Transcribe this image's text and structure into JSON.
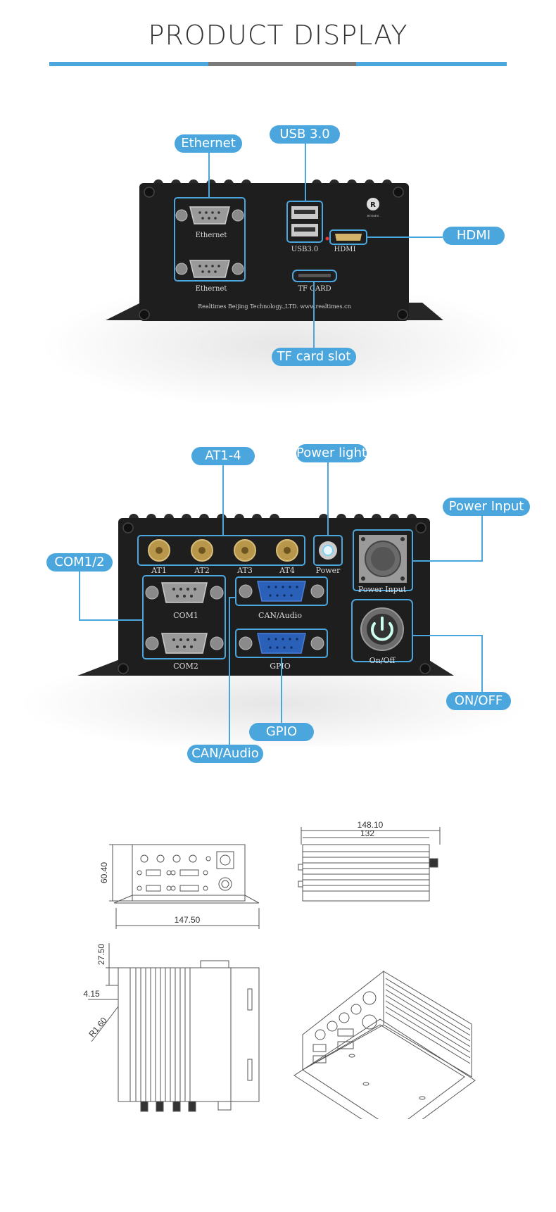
{
  "page": {
    "title": "PRODUCT DISPLAY"
  },
  "colors": {
    "accent": "#4aa6dc",
    "bar_mid": "#7a7a7a",
    "device": "#1e1e1e"
  },
  "front_panel": {
    "callouts": {
      "ethernet": "Ethernet",
      "usb": "USB 3.0",
      "hdmi": "HDMI",
      "tf": "TF card slot"
    },
    "silk": {
      "eth1": "Ethernet",
      "eth2": "Ethernet",
      "usb": "USB3.0",
      "hdmi": "HDMI",
      "tf": "TF CARD",
      "footer": "Realtimes Beijing Technology.,LTD.   www.realtimes.cn",
      "logo": "RTIMES"
    }
  },
  "rear_panel": {
    "callouts": {
      "at": "AT1-4",
      "power_light": "Power light",
      "power_input": "Power Input",
      "com": "COM1/2",
      "onoff": "ON/OFF",
      "gpio": "GPIO",
      "can": "CAN/Audio"
    },
    "silk": {
      "at1": "AT1",
      "at2": "AT2",
      "at3": "AT3",
      "at4": "AT4",
      "power": "Power",
      "power_input": "Power Input",
      "com1": "COM1",
      "com2": "COM2",
      "can": "CAN/Audio",
      "gpio": "GPIO",
      "onoff": "On/Off"
    }
  },
  "drawings": {
    "dims": {
      "front_h": "60.40",
      "front_w": "147.50",
      "side_w1": "148.10",
      "side_w2": "132",
      "top_a": "27.50",
      "top_b": "4.15",
      "top_r": "R1.60"
    }
  }
}
